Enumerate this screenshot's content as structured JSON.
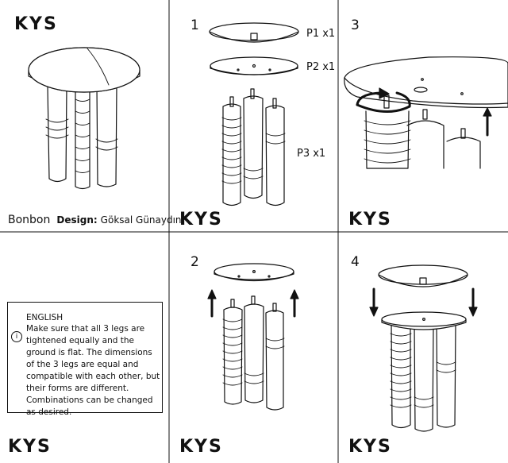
{
  "brand": "KYS",
  "product": {
    "name": "Bonbon",
    "designer_label": "Design:",
    "designer_name": "Göksal Günaydın"
  },
  "steps": [
    {
      "number": "1",
      "parts": [
        "P1 x1",
        "P2 x1",
        "P3 x1"
      ]
    },
    {
      "number": "3"
    },
    {
      "number": "2"
    },
    {
      "number": "4"
    }
  ],
  "notice": {
    "language": "ENGLISH",
    "text": "Make sure that all 3 legs are tightened equally and the ground is flat. The dimensions of the 3 legs are equal and compatible with each other, but their forms are different. Combinations can be changed as desired.",
    "icon": "info-icon"
  },
  "colors": {
    "line": "#111111",
    "background": "#ffffff"
  }
}
